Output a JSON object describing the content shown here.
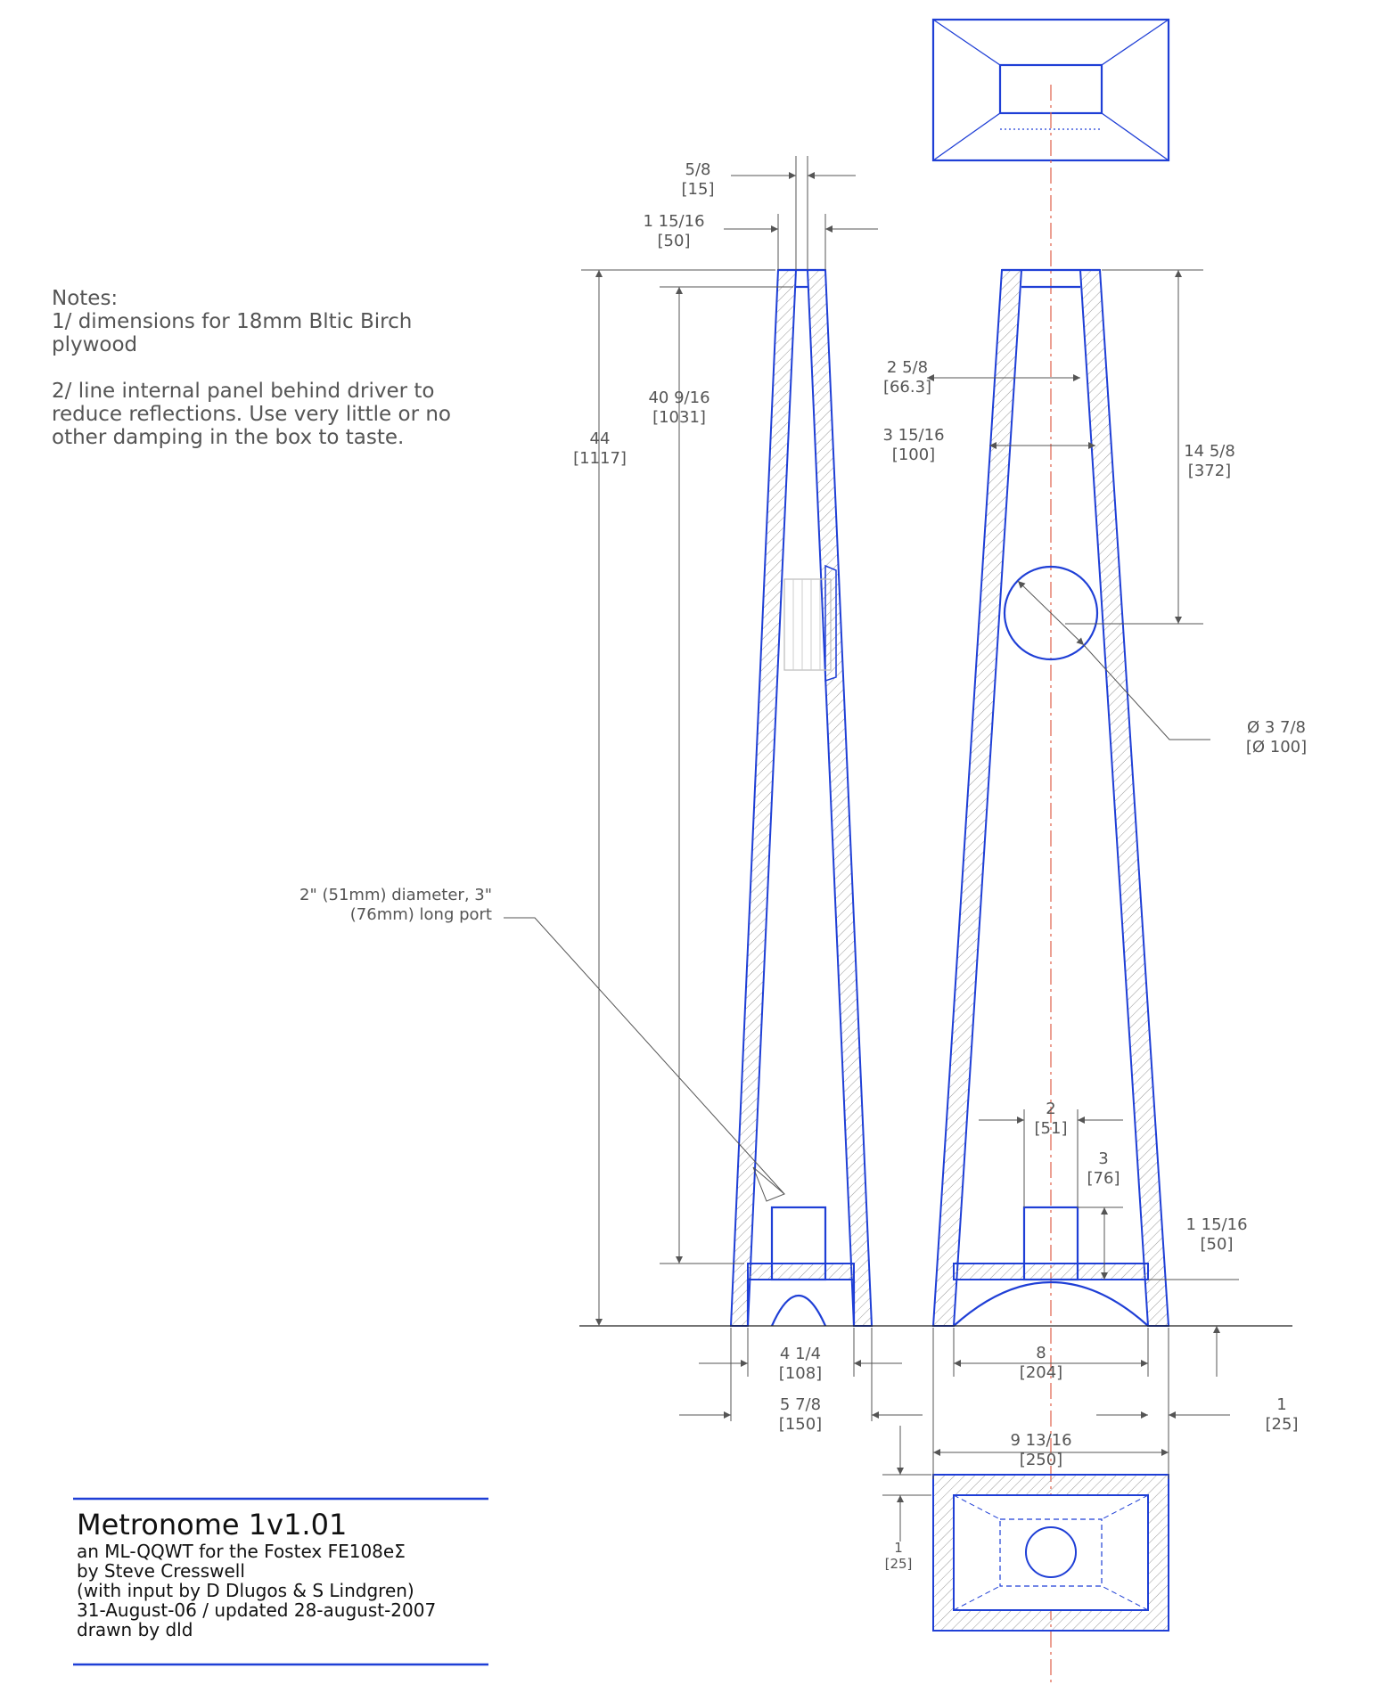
{
  "notes": {
    "heading": "Notes:",
    "n1a": "1/ dimensions for 18mm Bltic Birch",
    "n1b": "plywood",
    "n2a": "2/ line internal panel behind driver to",
    "n2b": "reduce reflections. Use very little or no",
    "n2c": "other damping in the box to taste."
  },
  "title_block": {
    "title": "Metronome 1v1.01",
    "line1": "an ML-QQWT for the Fostex FE108eΣ",
    "line2": "by Steve Cresswell",
    "line3": "(with input by D Dlugos & S Lindgren)",
    "line4": "31-August-06 / updated 28-august-2007",
    "line5": "drawn by dld"
  },
  "port_callout": {
    "line1": "2\" (51mm) diameter, 3\"",
    "line2": "(76mm) long port"
  },
  "dims": {
    "wall_in": "5/8",
    "wall_mm": "[15]",
    "top_side_in": "1 15/16",
    "top_side_mm": "[50]",
    "height_in": "44",
    "height_mm": "[1117]",
    "inner_h_in": "40 9/16",
    "inner_h_mm": "[1031]",
    "top_inner_in": "2 5/8",
    "top_inner_mm": "[66.3]",
    "top_outer_in": "3 15/16",
    "top_outer_mm": "[100]",
    "driver_h_in": "14 5/8",
    "driver_h_mm": "[372]",
    "driver_dia_in": "Ø 3 7/8",
    "driver_dia_mm": "[Ø 100]",
    "port_dia_in": "2",
    "port_dia_mm": "[51]",
    "port_len_in": "3",
    "port_len_mm": "[76]",
    "baffle_h_in": "1 15/16",
    "baffle_h_mm": "[50]",
    "side_inner_in": "4 1/4",
    "side_inner_mm": "[108]",
    "side_outer_in": "5 7/8",
    "side_outer_mm": "[150]",
    "front_inner_in": "8",
    "front_inner_mm": "[204]",
    "front_outer_in": "9 13/16",
    "front_outer_mm": "[250]",
    "plinth_in": "1",
    "plinth_mm": "[25]",
    "bottom_wall_in": "1",
    "bottom_wall_mm": "[25]"
  },
  "colors": {
    "outline": "#1f3fd6",
    "dimension": "#555555",
    "centerline": "#e0604a"
  }
}
